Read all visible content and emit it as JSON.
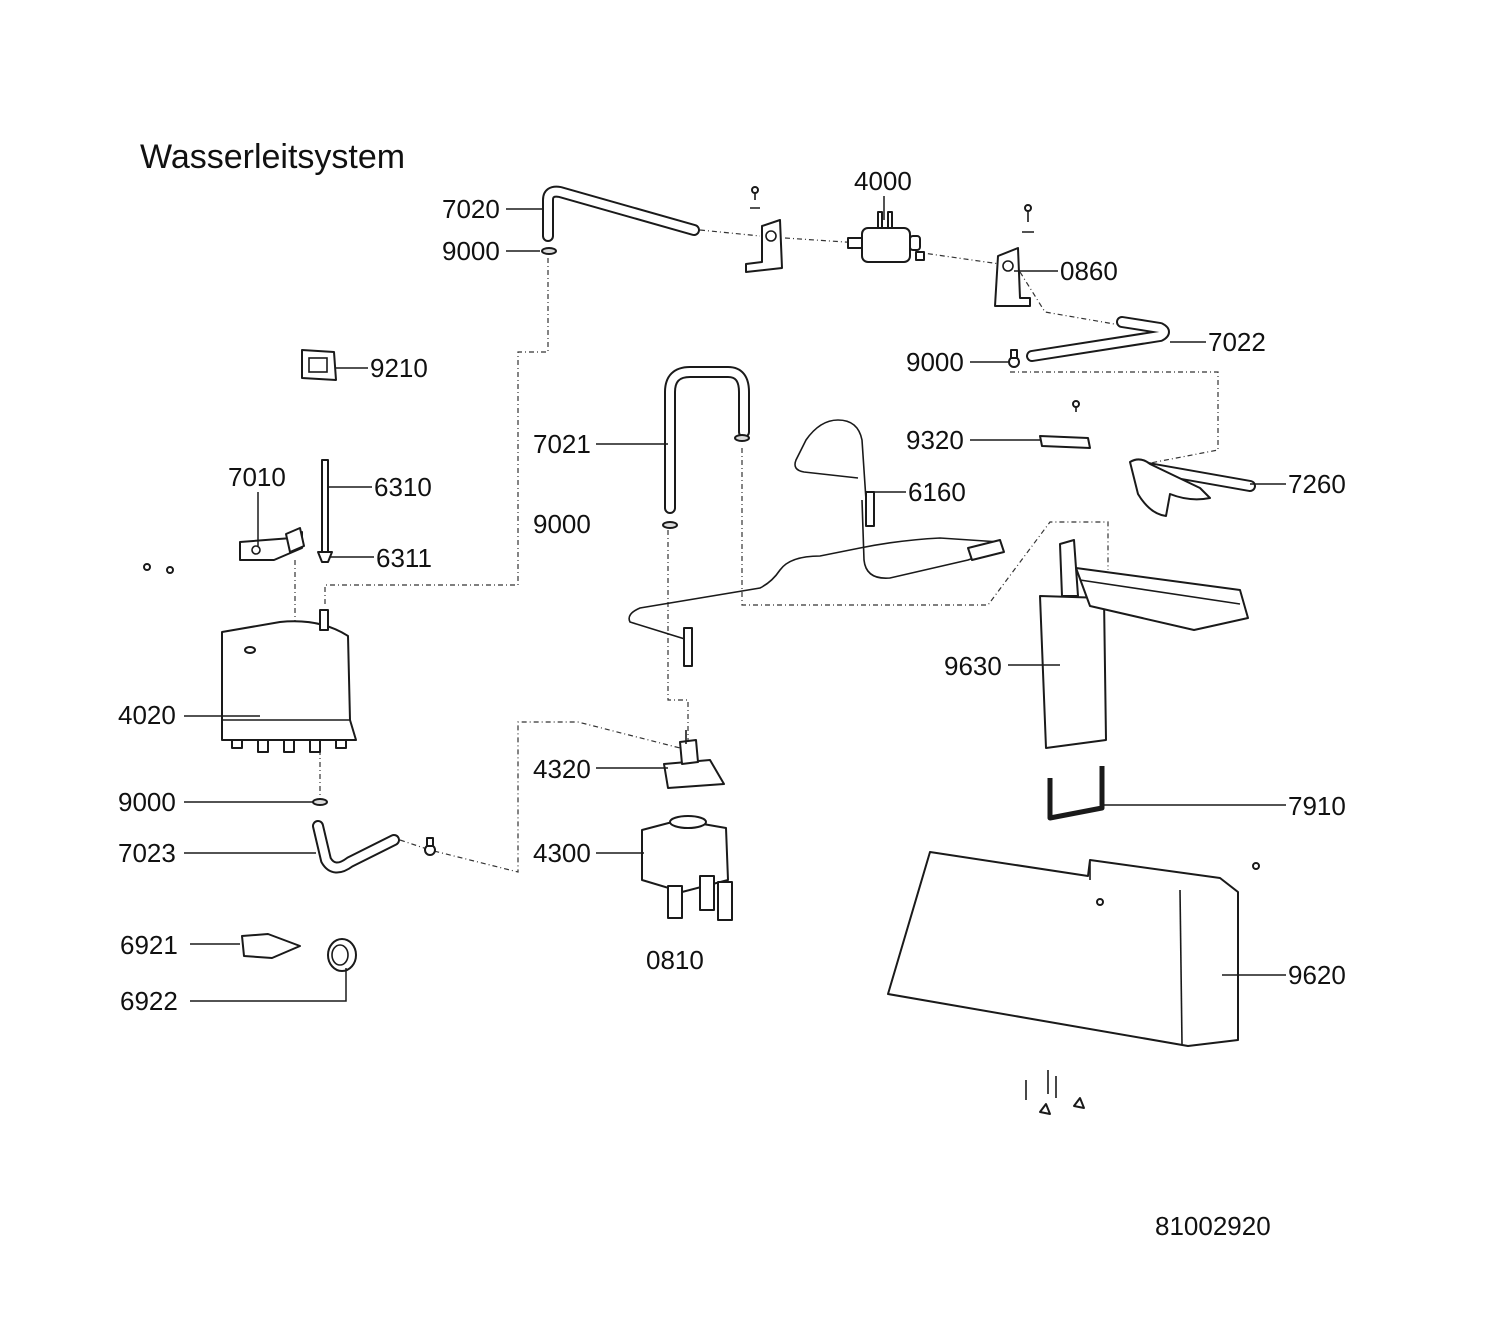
{
  "title": "Wasserleitsystem",
  "document_number": "81002920",
  "callouts": {
    "p7020": "7020",
    "p9000_a": "9000",
    "p4000": "4000",
    "p0860": "0860",
    "p7022": "7022",
    "p9000_b": "9000",
    "p9210": "9210",
    "p7021": "7021",
    "p9320": "9320",
    "p7260": "7260",
    "p7010": "7010",
    "p6310": "6310",
    "p6160": "6160",
    "p9000_c": "9000",
    "p6311": "6311",
    "p9630": "9630",
    "p4020": "4020",
    "p4320": "4320",
    "p9000_d": "9000",
    "p7910": "7910",
    "p4300": "4300",
    "p7023": "7023",
    "p6921": "6921",
    "p0810": "0810",
    "p9620": "9620",
    "p6922": "6922"
  }
}
